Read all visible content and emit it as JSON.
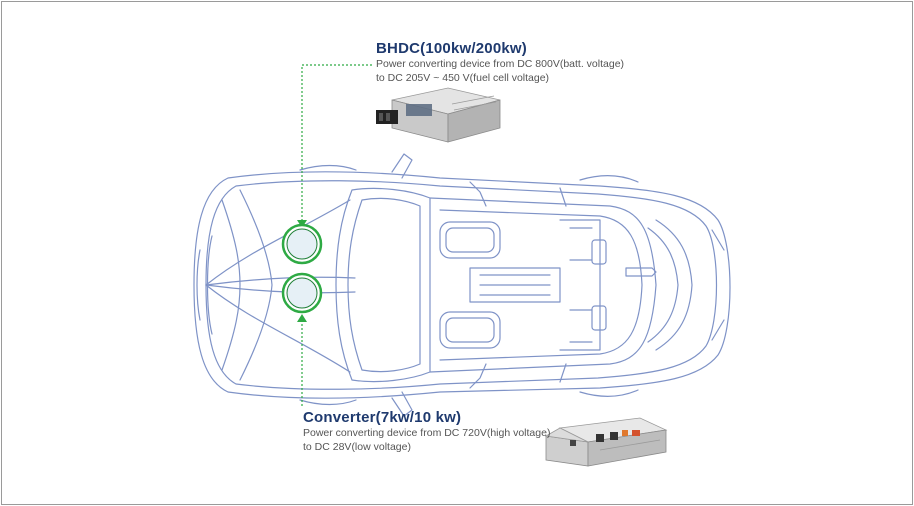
{
  "bhdc": {
    "title": "BHDC(100kw/200kw)",
    "desc_line1": "Power converting device from DC 800V(batt. voltage)",
    "desc_line2": "to DC 205V ~ 450 V(fuel cell voltage)"
  },
  "converter": {
    "title": "Converter(7kw/10 kw)",
    "desc_line1": "Power converting device from DC 720V(high voltage)",
    "desc_line2": "to DC 28V(low voltage)"
  },
  "colors": {
    "title": "#1f3a6e",
    "car_outline": "#7f93c7",
    "marker_green": "#2eaa44",
    "marker_fill": "#e6f0f6"
  }
}
